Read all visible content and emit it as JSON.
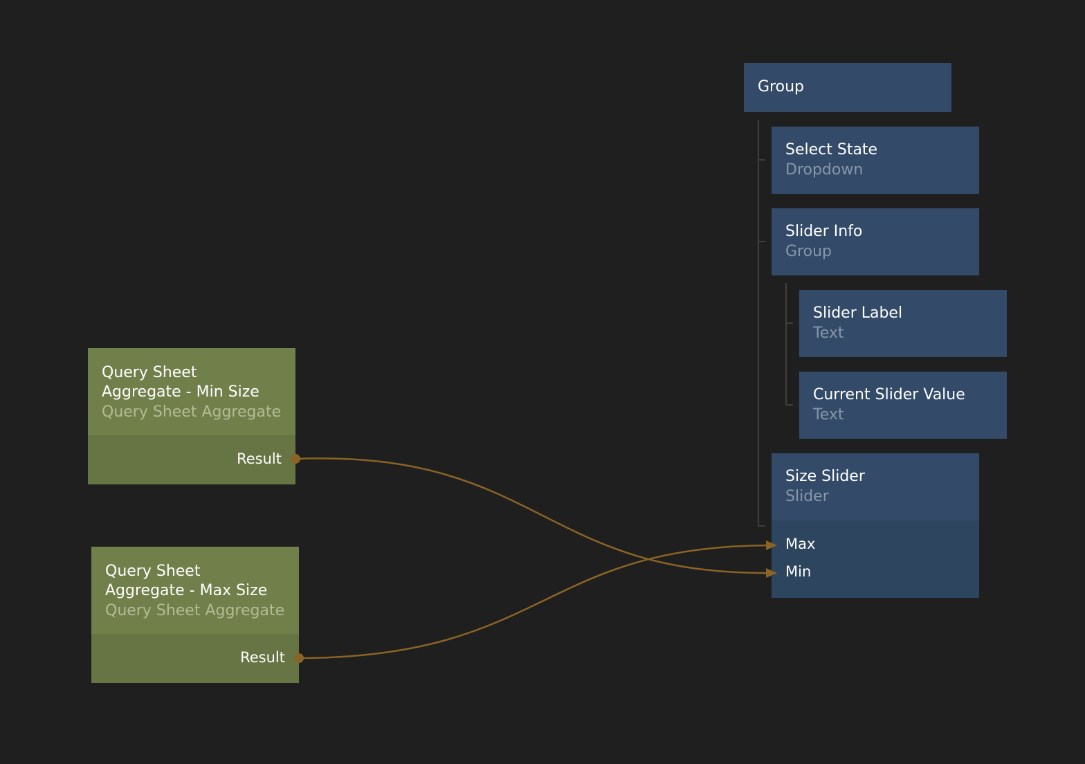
{
  "colors": {
    "background": "#1f1f1f",
    "visual_node": "#334b68",
    "visual_node_ports": "#2e4560",
    "logic_node": "#717f4a",
    "logic_node_ports": "#677443",
    "connection": "#8a6424",
    "tree_line": "#3f3f3f"
  },
  "nodes": {
    "group": {
      "title": "Group"
    },
    "select_state": {
      "title": "Select State",
      "type": "Dropdown"
    },
    "slider_info": {
      "title": "Slider Info",
      "type": "Group"
    },
    "slider_label": {
      "title": "Slider Label",
      "type": "Text"
    },
    "current_slider_value": {
      "title": "Current Slider Value",
      "type": "Text"
    },
    "size_slider": {
      "title": "Size Slider",
      "type": "Slider",
      "ports": {
        "max": "Max",
        "min": "Min"
      }
    },
    "query_min": {
      "title_line1": "Query Sheet",
      "title_line2": "Aggregate - Min Size",
      "type": "Query Sheet Aggregate",
      "output": "Result"
    },
    "query_max": {
      "title_line1": "Query Sheet",
      "title_line2": "Aggregate - Max Size",
      "type": "Query Sheet Aggregate",
      "output": "Result"
    }
  }
}
